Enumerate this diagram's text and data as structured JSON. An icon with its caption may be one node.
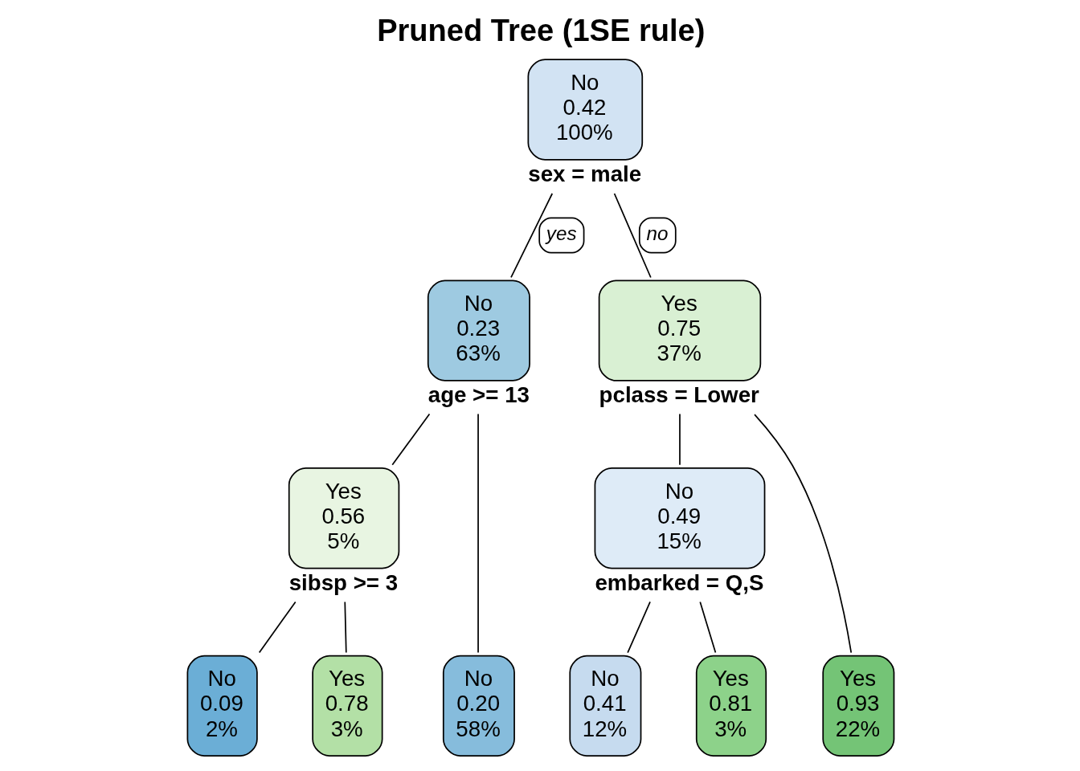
{
  "diagram": {
    "title": "Pruned Tree (1SE rule)",
    "nodes": [
      {
        "text": [
          "No",
          "0.42",
          "100%"
        ],
        "beside": [
          "sex = male"
        ]
      },
      {
        "text": [
          "No",
          "0.23",
          "63%"
        ],
        "beside": [
          "age >= 13"
        ]
      },
      {
        "text": [
          "Yes",
          "0.75",
          "37%"
        ],
        "beside": [
          "pclass = Lower"
        ]
      },
      {
        "text": [
          "Yes",
          "0.56",
          "5%"
        ],
        "beside": [
          "sibsp >= 3"
        ]
      },
      {
        "text": [
          "No",
          "0.49",
          "15%"
        ],
        "beside": [
          "embarked = Q,S"
        ]
      },
      {
        "text": [
          "No",
          "0.20",
          "58%"
        ]
      },
      {
        "text": [
          "No",
          "0.09",
          "2%"
        ]
      },
      {
        "text": [
          "Yes",
          "0.78",
          "3%"
        ]
      },
      {
        "text": [
          "No",
          "0.41",
          "12%"
        ]
      },
      {
        "text": [
          "Yes",
          "0.81",
          "3%"
        ]
      },
      {
        "text": [
          "Yes",
          "0.93",
          "22%"
        ]
      }
    ],
    "edges": [
      {
        "from": 0,
        "to": 1,
        "arrow": "none",
        "label": "yes"
      },
      {
        "from": 0,
        "to": 2,
        "arrow": "none",
        "label": "no"
      },
      {
        "from": 1,
        "to": 5,
        "arrow": "none"
      },
      {
        "from": 1,
        "to": 3,
        "arrow": "none"
      },
      {
        "from": 3,
        "to": 6,
        "arrow": "none"
      },
      {
        "from": 3,
        "to": 7,
        "arrow": "none"
      },
      {
        "from": 2,
        "to": 4,
        "arrow": "none"
      },
      {
        "from": 2,
        "to": 10,
        "arrow": "none"
      },
      {
        "from": 4,
        "to": 8,
        "arrow": "none"
      },
      {
        "from": 4,
        "to": 9,
        "arrow": "none"
      }
    ]
  }
}
